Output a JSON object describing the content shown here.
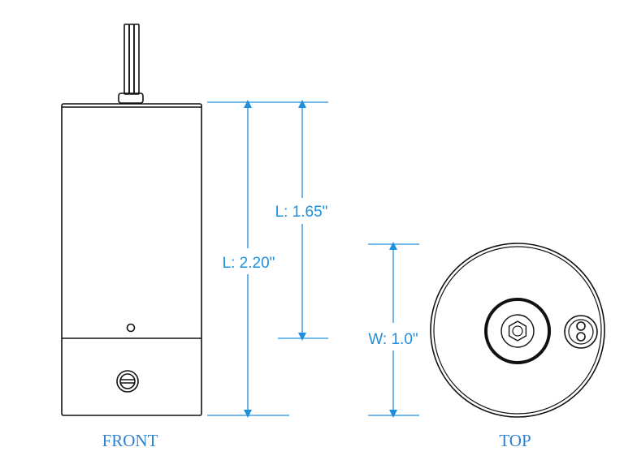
{
  "views": {
    "front_label": "FRONT",
    "top_label": "TOP"
  },
  "dimensions": {
    "overall_length": "L: 2.20\"",
    "body_length": "L: 1.65\"",
    "width": "W: 1.0\""
  },
  "colors": {
    "dimension": "#1e8fe0",
    "label": "#2f82cf",
    "outline": "#111111"
  }
}
